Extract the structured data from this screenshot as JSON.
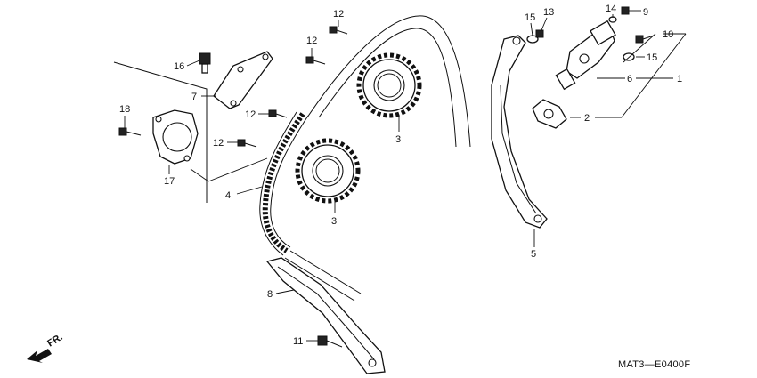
{
  "callouts": {
    "c12_top": "12",
    "c12_upper": "12",
    "c12_mid": "12",
    "c12_low": "12",
    "c16": "16",
    "c7": "7",
    "c18": "18",
    "c17": "17",
    "c4": "4",
    "c3_upper": "3",
    "c3_lower": "3",
    "c8": "8",
    "c11": "11",
    "c15_top": "15",
    "c13": "13",
    "c14": "14",
    "c9": "9",
    "c10": "10",
    "c15_right": "15",
    "c6": "6",
    "c1": "1",
    "c2": "2",
    "c5": "5"
  },
  "direction": {
    "label": "FR."
  },
  "diagram_code": "MAT3—E0400F"
}
